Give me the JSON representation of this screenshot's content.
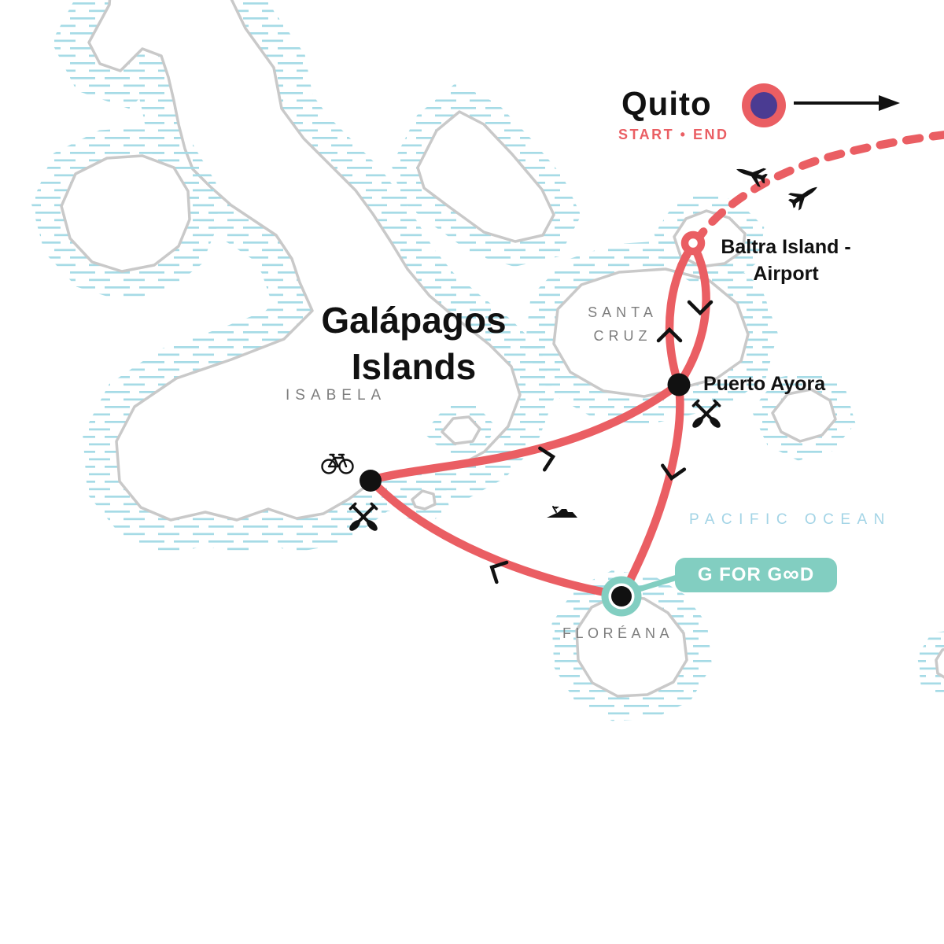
{
  "labels": {
    "quito": "Quito",
    "quito_tag": "START • END",
    "baltra_line1": "Baltra Island -",
    "baltra_line2": "Airport",
    "puerto_ayora": "Puerto Ayora",
    "title_line1": "Galápagos",
    "title_line2": "Islands",
    "isabela": "ISABELA",
    "santa_cruz_line1": "SANTA",
    "santa_cruz_line2": "CRUZ",
    "floreana": "FLORÉANA",
    "ocean": "PACIFIC OCEAN"
  },
  "badge": {
    "label": "G FOR GOOD",
    "display_prefix": "G FOR G",
    "display_infinity": "∞",
    "display_suffix": "D"
  },
  "icons": {
    "airplane": "✈",
    "boat": "⛴",
    "bicycle": "🚲",
    "crossed_paddles": "⚔ (crossed kayak paddles)",
    "direction_chevron": "›",
    "start_arrow": "→"
  },
  "colors": {
    "route": "#EA5E63",
    "purple": "#4A3B92",
    "hatch": "#A6DBE6",
    "teal": "#82CEC1",
    "ocean": "#A3D4E6",
    "outline": "#C9C9C9",
    "labelgray": "#7D7D7D",
    "ink": "#111111"
  }
}
